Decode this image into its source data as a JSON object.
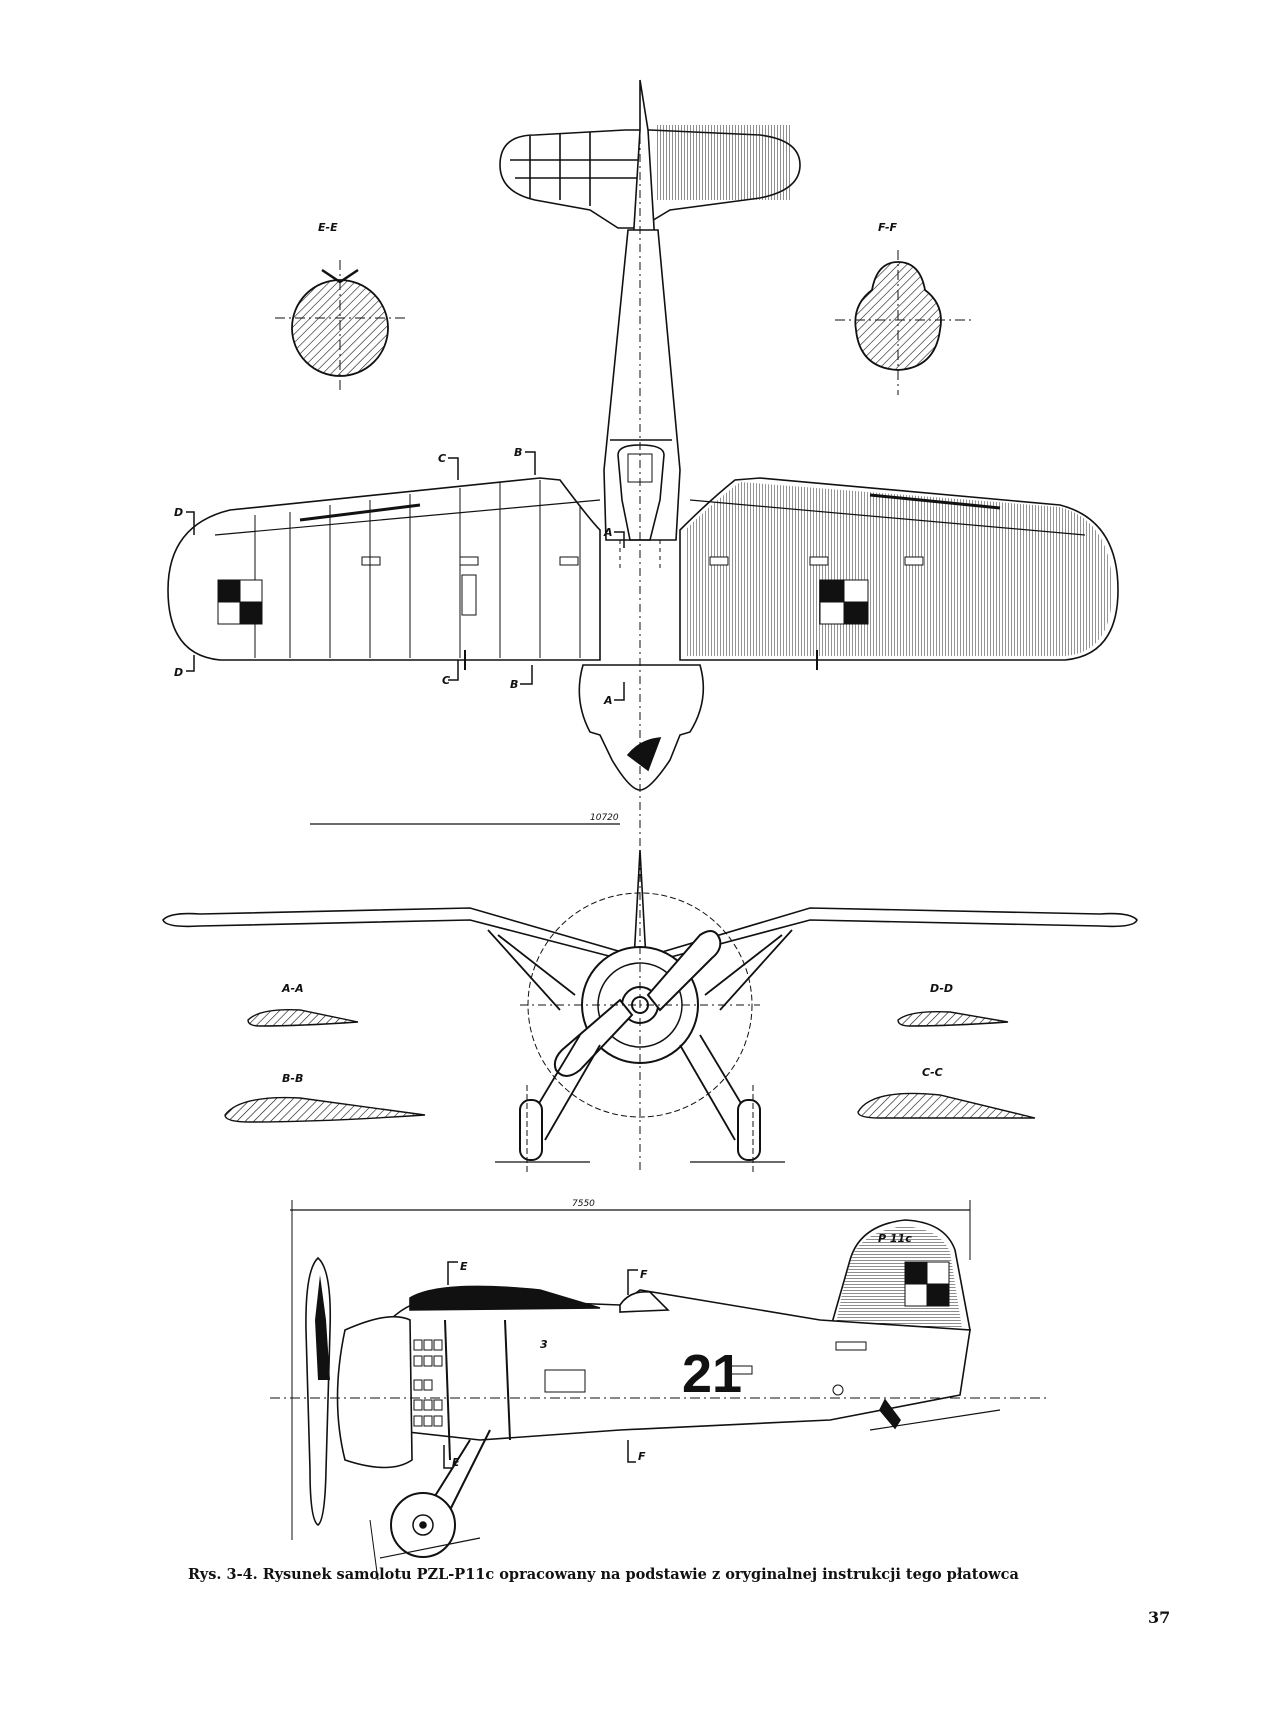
{
  "figure": {
    "caption": "Rys. 3-4. Rysunek samolotu PZL-P11c opracowany na podstawie z oryginalnej instrukcji tego płatowca",
    "page_number": "37"
  },
  "top_view": {
    "section_E": "E-E",
    "section_F": "F-F",
    "markers": {
      "b_top": "B",
      "c_top": "C",
      "d_top": "D",
      "d_bottom": "D",
      "c_bottom": "C",
      "b_bottom": "B",
      "a_top": "A",
      "a_bottom": "A"
    }
  },
  "front_view": {
    "span_dimension": "10720",
    "profile_AA": "A-A",
    "profile_BB": "B-B",
    "profile_DD": "D-D",
    "profile_CC": "C-C"
  },
  "side_view": {
    "length_dimension": "7550",
    "tail_marking": "P 11c",
    "fuselage_number": "21",
    "marker_E_top": "E",
    "marker_E_bottom": "E",
    "marker_F_top": "F",
    "marker_F_bottom": "F",
    "small_mark": "3"
  },
  "colors": {
    "ink": "#111111",
    "paper": "#ffffff"
  }
}
